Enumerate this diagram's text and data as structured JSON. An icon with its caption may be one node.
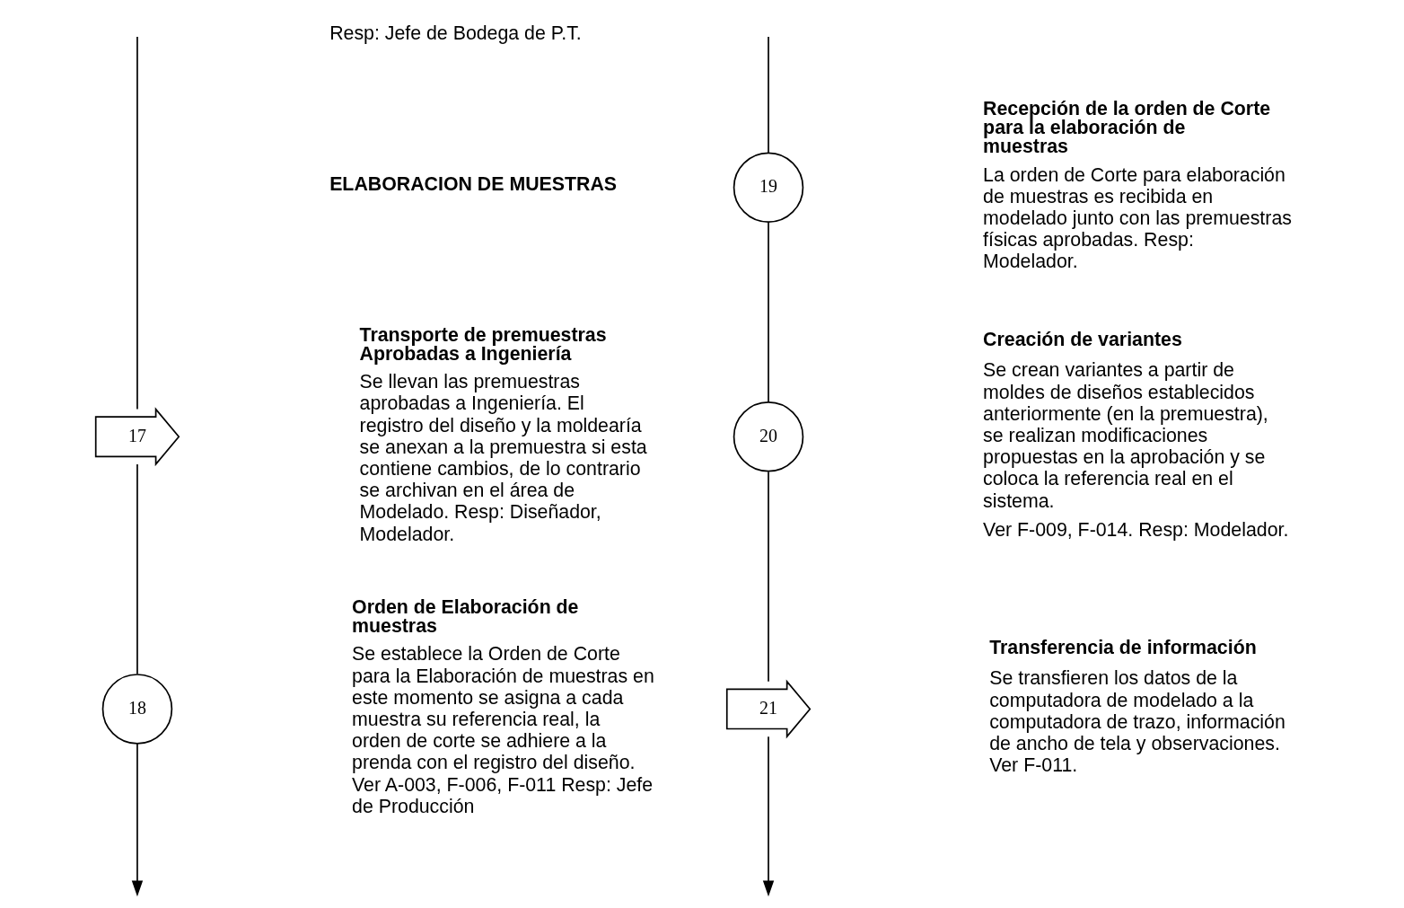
{
  "diagram": {
    "nodes": [
      {
        "text": [
          "17"
        ],
        "beside": [
          "Transporte de premuestras Aprobadas a Ingeniería",
          "Se llevan las premuestras aprobadas a Ingeniería. El registro del diseño y la moldearía se anexan a la premuestra si esta contiene cambios, de lo contrario se archivan en el área de Modelado. Resp: Diseñador, Modelador."
        ]
      },
      {
        "text": [
          "18"
        ],
        "beside": [
          "Orden de Elaboración de muestras",
          "Se establece la Orden de Corte para la Elaboración de muestras en este momento se asigna a cada muestra su referencia real, la orden de corte se adhiere a la prenda con el registro del diseño. Ver A-003, F-006, F-011 Resp: Jefe de Producción"
        ]
      },
      {
        "text": [
          "19"
        ],
        "beside": [
          "Recepción de la orden de Corte para la elaboración de muestras",
          "La orden de Corte para elaboración de muestras es recibida en modelado junto con las premuestras físicas aprobadas. Resp: Modelador."
        ]
      },
      {
        "text": [
          "20"
        ],
        "beside": [
          "Creación de variantes",
          "Se crean variantes a partir de moldes de diseños establecidos anteriormente (en la premuestra), se realizan modificaciones propuestas en la aprobación y se coloca la referencia real en el sistema.",
          "Ver F-009, F-014. Resp: Modelador."
        ]
      },
      {
        "text": [
          "21"
        ],
        "beside": [
          "Transferencia de información",
          "Se transfieren los datos de la computadora de modelado a la computadora de trazo, información de ancho de tela y observaciones. Ver F-011."
        ]
      }
    ],
    "edges": [
      {
        "from": null,
        "to": 0,
        "arrow": "none"
      },
      {
        "from": 0,
        "to": 1,
        "arrow": "none"
      },
      {
        "from": 1,
        "to": null,
        "arrow": "to"
      },
      {
        "from": null,
        "to": 2,
        "arrow": "none"
      },
      {
        "from": 2,
        "to": 3,
        "arrow": "none"
      },
      {
        "from": 3,
        "to": 4,
        "arrow": "none"
      },
      {
        "from": 4,
        "to": null,
        "arrow": "to"
      }
    ],
    "labels": [
      "Resp: Jefe de Bodega de P.T.",
      "ELABORACION DE MUESTRAS"
    ]
  }
}
